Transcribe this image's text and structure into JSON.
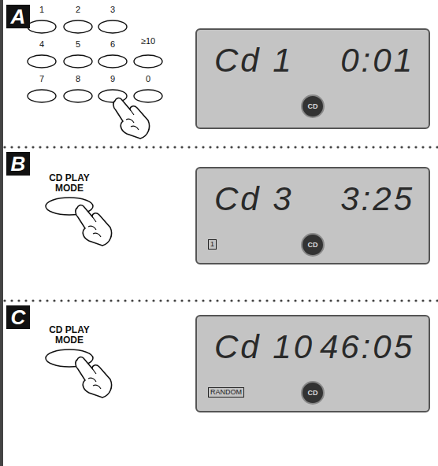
{
  "diagram": {
    "nodes": [
      {
        "text": [
          "A"
        ]
      },
      {
        "text": [
          "Cd 1",
          "0:01",
          "CD"
        ]
      },
      {
        "text": [
          "B"
        ]
      },
      {
        "text": [
          "Cd 3",
          "3:25",
          "1",
          "CD"
        ]
      },
      {
        "text": [
          "C"
        ]
      },
      {
        "text": [
          "Cd 10",
          "46:05",
          "RANDOM",
          "CD"
        ]
      }
    ],
    "labels": [
      "1",
      "2",
      "3",
      "4",
      "5",
      "6",
      "≥10",
      "7",
      "8",
      "9",
      "0",
      "CD PLAY MODE",
      "CD PLAY MODE"
    ]
  }
}
